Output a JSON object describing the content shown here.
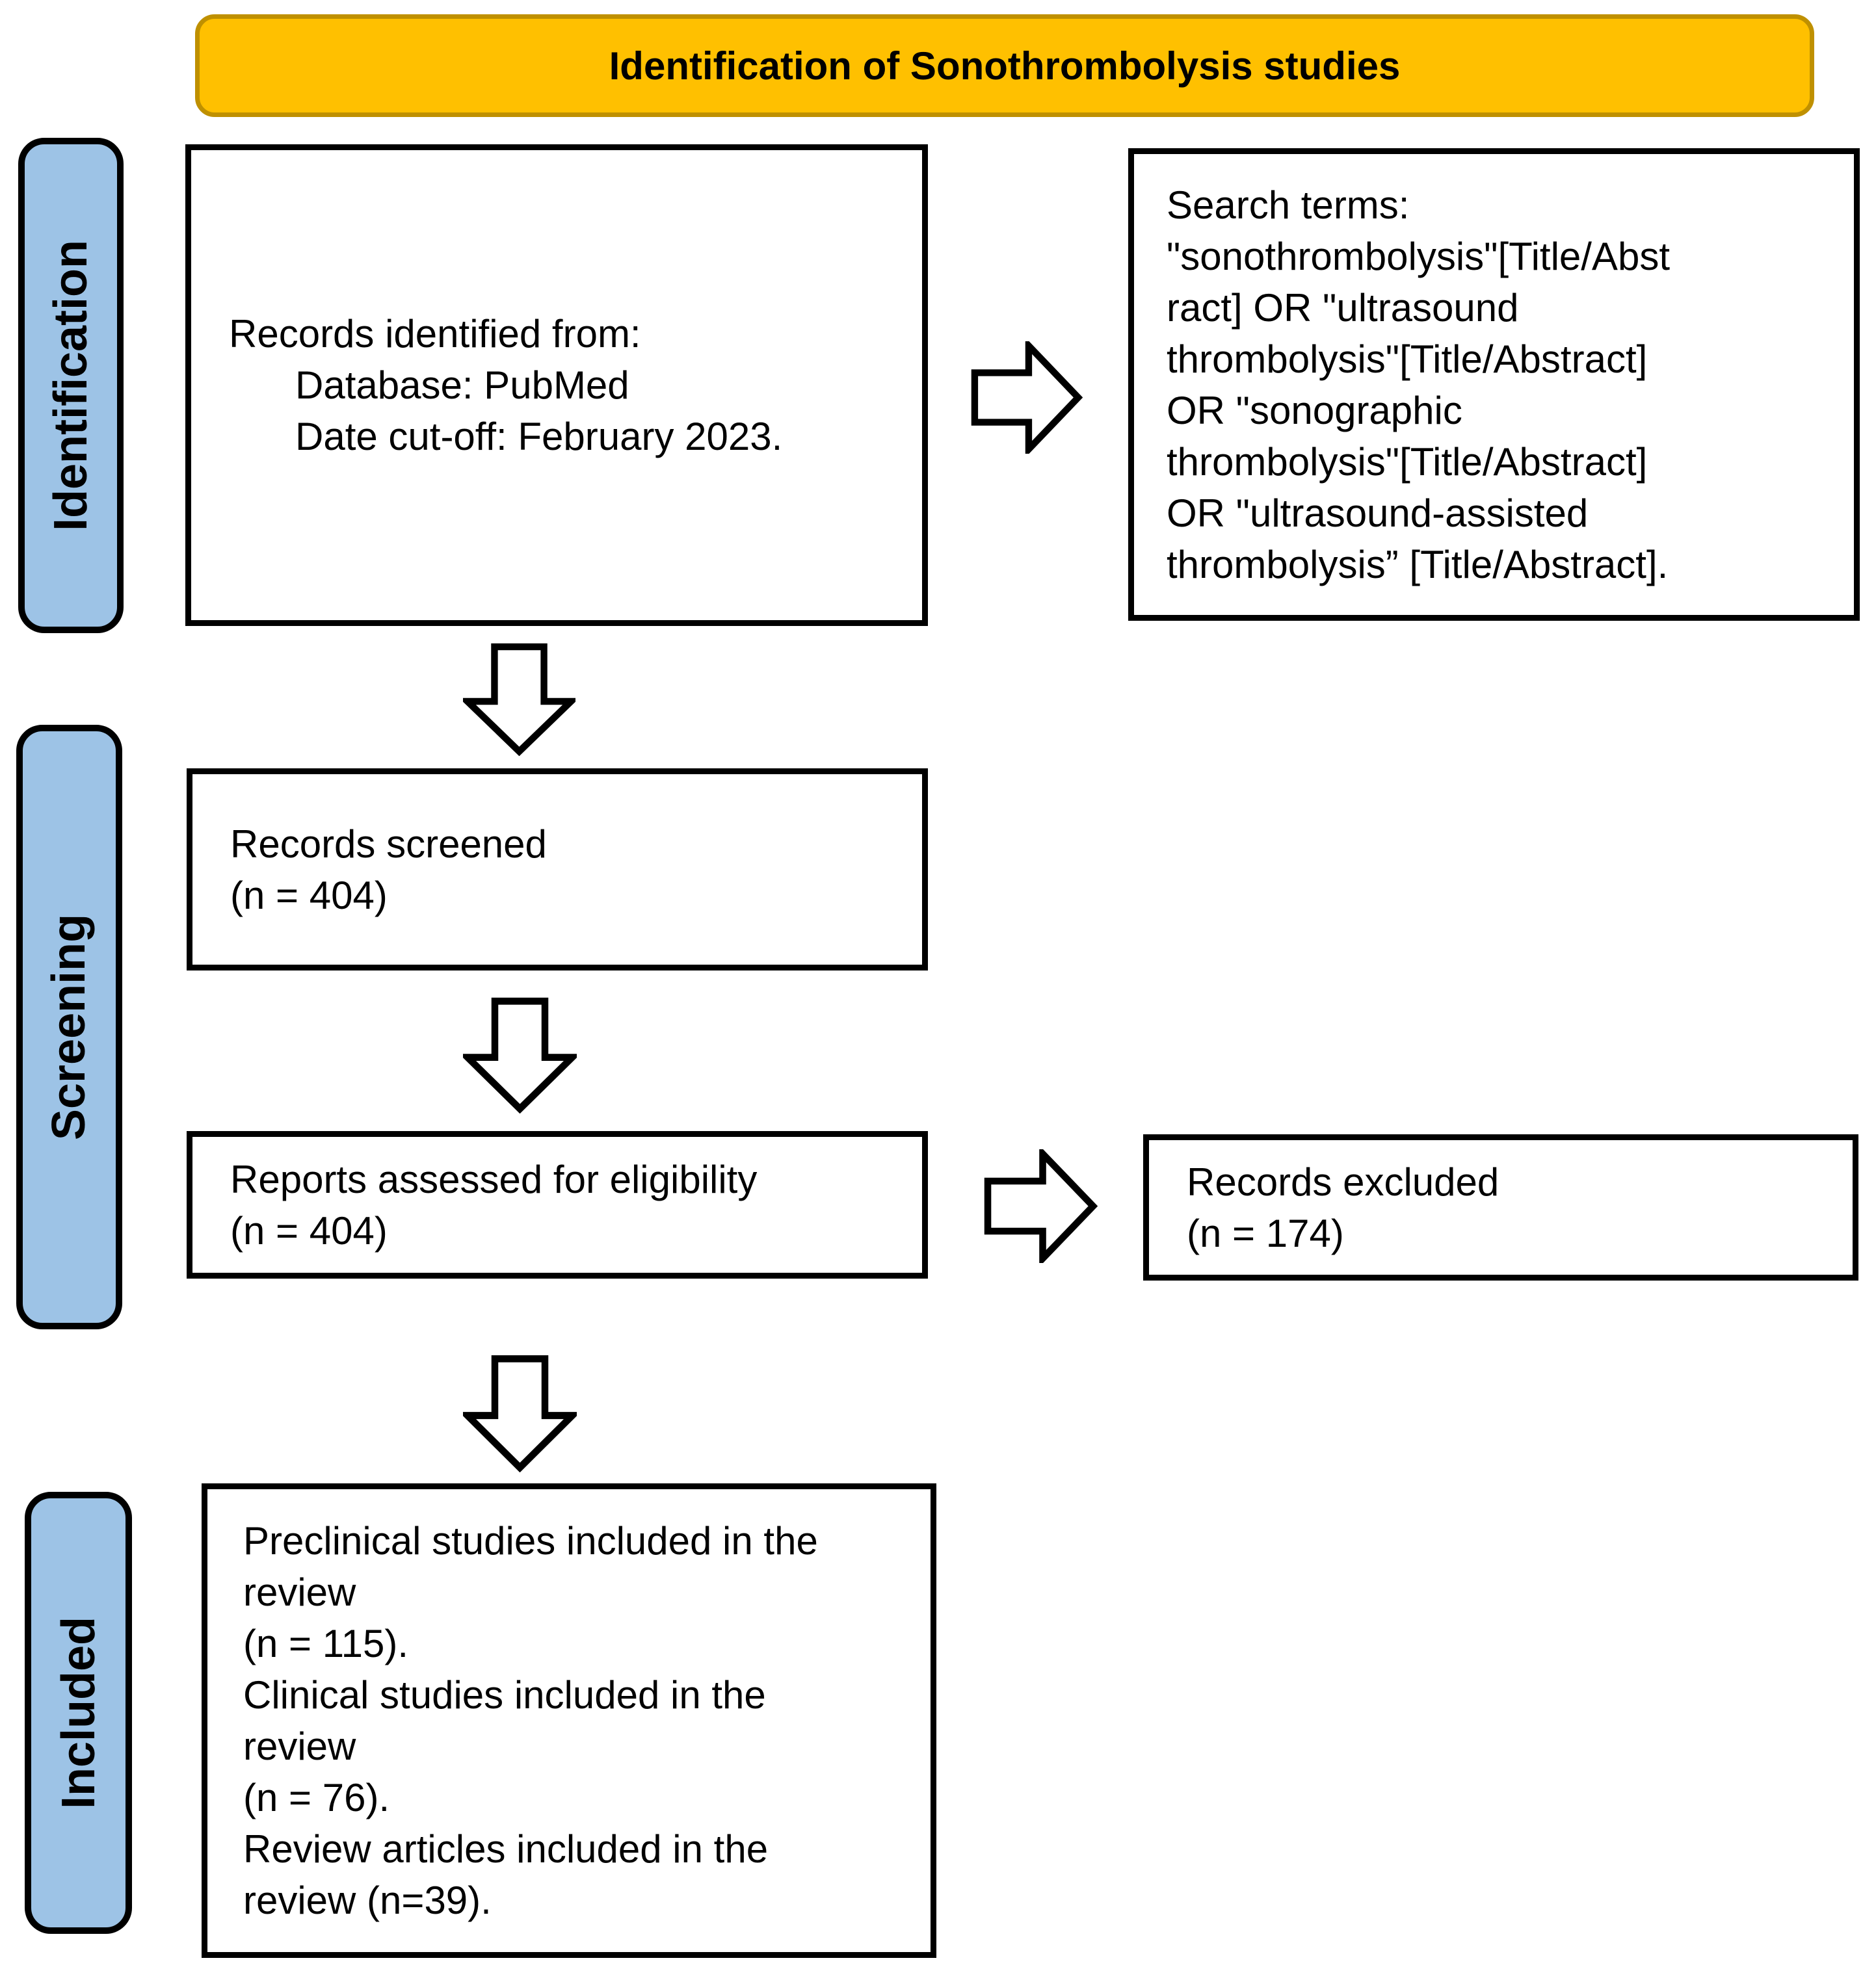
{
  "banner": {
    "title": "Identification of Sonothrombolysis studies"
  },
  "colors": {
    "banner_fill": "#FFC000",
    "banner_border": "#BF9000",
    "stage_fill": "#9DC3E6",
    "box_border": "#000000"
  },
  "stages": [
    {
      "label": "Identification"
    },
    {
      "label": "Screening"
    },
    {
      "label": "Included"
    }
  ],
  "boxes": {
    "records_identified": {
      "lines": [
        "Records identified from:",
        "Database: PubMed",
        "Date cut-off: February 2023."
      ]
    },
    "search_terms": {
      "lines": [
        "Search terms:",
        "\"sonothrombolysis\"[Title/Abst",
        "ract] OR \"ultrasound",
        "thrombolysis\"[Title/Abstract]",
        "OR \"sonographic",
        "thrombolysis\"[Title/Abstract]",
        "OR \"ultrasound-assisted",
        "thrombolysis” [Title/Abstract]."
      ]
    },
    "records_screened": {
      "lines": [
        "Records screened",
        "(n = 404)"
      ]
    },
    "reports_assessed": {
      "lines": [
        "Reports assessed for eligibility",
        "(n = 404)"
      ]
    },
    "records_excluded": {
      "lines": [
        "Records excluded",
        "(n = 174)"
      ]
    },
    "included_studies": {
      "lines": [
        "Preclinical studies included in the",
        "review",
        "(n = 115).",
        "Clinical studies included in the",
        "review",
        "(n = 76).",
        "Review articles included in the",
        "review (n=39)."
      ]
    }
  }
}
